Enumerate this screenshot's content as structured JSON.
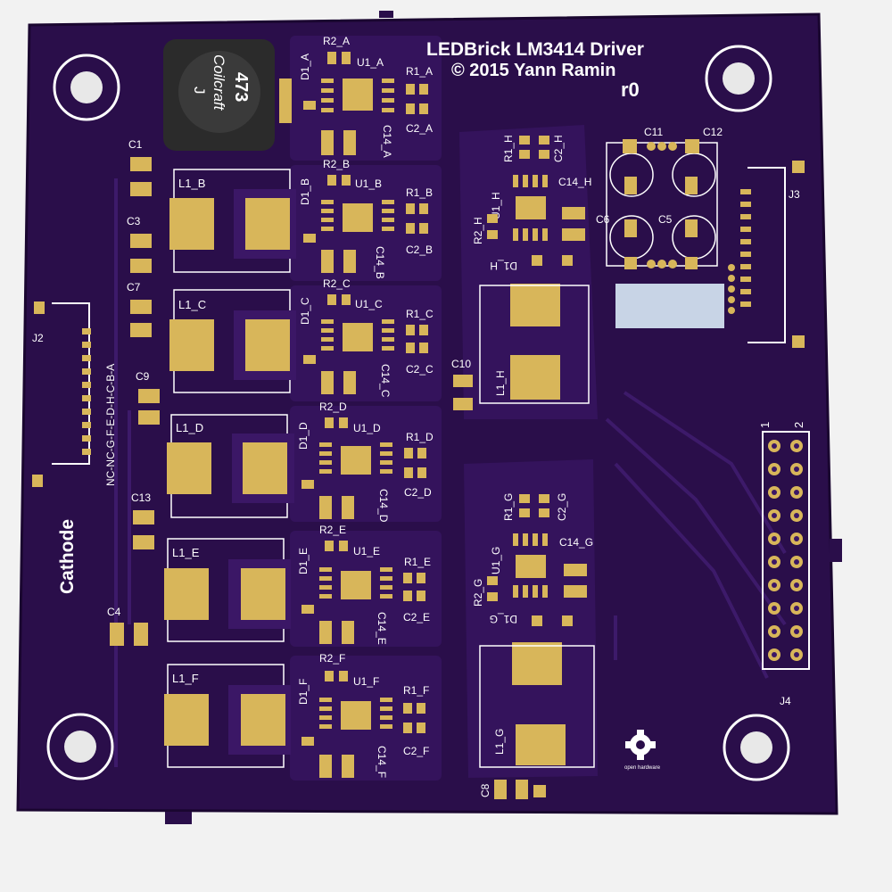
{
  "colors": {
    "background": "#f2f2f2",
    "board": "#2a0e4a",
    "copper_fill": "#3b1766",
    "pad_gold": "#d8b65a",
    "silkscreen": "#ffffff",
    "inductor_body": "#2b2b2b"
  },
  "board": {
    "title": "LEDBrick LM3414 Driver",
    "copyright": "© 2015 Yann Ramin",
    "revision": "r0",
    "cathode_label": "Cathode",
    "connector_pins_label": "NC-NC-G-F-E-D-H-C-B-A",
    "header_pin_labels": [
      "1",
      "2"
    ]
  },
  "coilcraft": {
    "line1": "473",
    "line2": "Coilcraft",
    "line3": "J"
  },
  "channels_left": [
    {
      "id": "A",
      "r2": "R2_A",
      "u1": "U1_A",
      "r1": "R1_A",
      "d1": "D1_A",
      "c14": "C14_A",
      "c2": "C2_A",
      "l1": ""
    },
    {
      "id": "B",
      "r2": "R2_B",
      "u1": "U1_B",
      "r1": "R1_B",
      "d1": "D1_B",
      "c14": "C14_B",
      "c2": "C2_B",
      "l1": "L1_B"
    },
    {
      "id": "C",
      "r2": "R2_C",
      "u1": "U1_C",
      "r1": "R1_C",
      "d1": "D1_C",
      "c14": "C14_C",
      "c2": "C2_C",
      "l1": "L1_C"
    },
    {
      "id": "D",
      "r2": "R2_D",
      "u1": "U1_D",
      "r1": "R1_D",
      "d1": "D1_D",
      "c14": "C14_D",
      "c2": "C2_D",
      "l1": "L1_D"
    },
    {
      "id": "E",
      "r2": "R2_E",
      "u1": "U1_E",
      "r1": "R1_E",
      "d1": "D1_E",
      "c14": "C14_E",
      "c2": "C2_E",
      "l1": "L1_E"
    },
    {
      "id": "F",
      "r2": "R2_F",
      "u1": "U1_F",
      "r1": "R1_F",
      "d1": "D1_F",
      "c14": "C14_F",
      "c2": "C2_F",
      "l1": "L1_F"
    }
  ],
  "channels_right": [
    {
      "id": "H",
      "r1": "R1_H",
      "c2": "C2_H",
      "c14": "C14_H",
      "u1": "U1_H",
      "r2": "R2_H",
      "d1": "D1_H",
      "l1": "L1_H"
    },
    {
      "id": "G",
      "r1": "R1_G",
      "c2": "C2_G",
      "c14": "C14_G",
      "u1": "U1_G",
      "r2": "R2_G",
      "d1": "D1_G",
      "l1": "L1_G"
    }
  ],
  "caps_left": [
    "C1",
    "C3",
    "C7",
    "C9",
    "C13",
    "C4"
  ],
  "caps_misc": [
    "C10",
    "C8"
  ],
  "caps_right": [
    "C11",
    "C12",
    "C6",
    "C5"
  ],
  "connectors": {
    "j2": "J2",
    "j3": "J3",
    "j4": "J4"
  },
  "logo": {
    "text": "open hardware"
  }
}
